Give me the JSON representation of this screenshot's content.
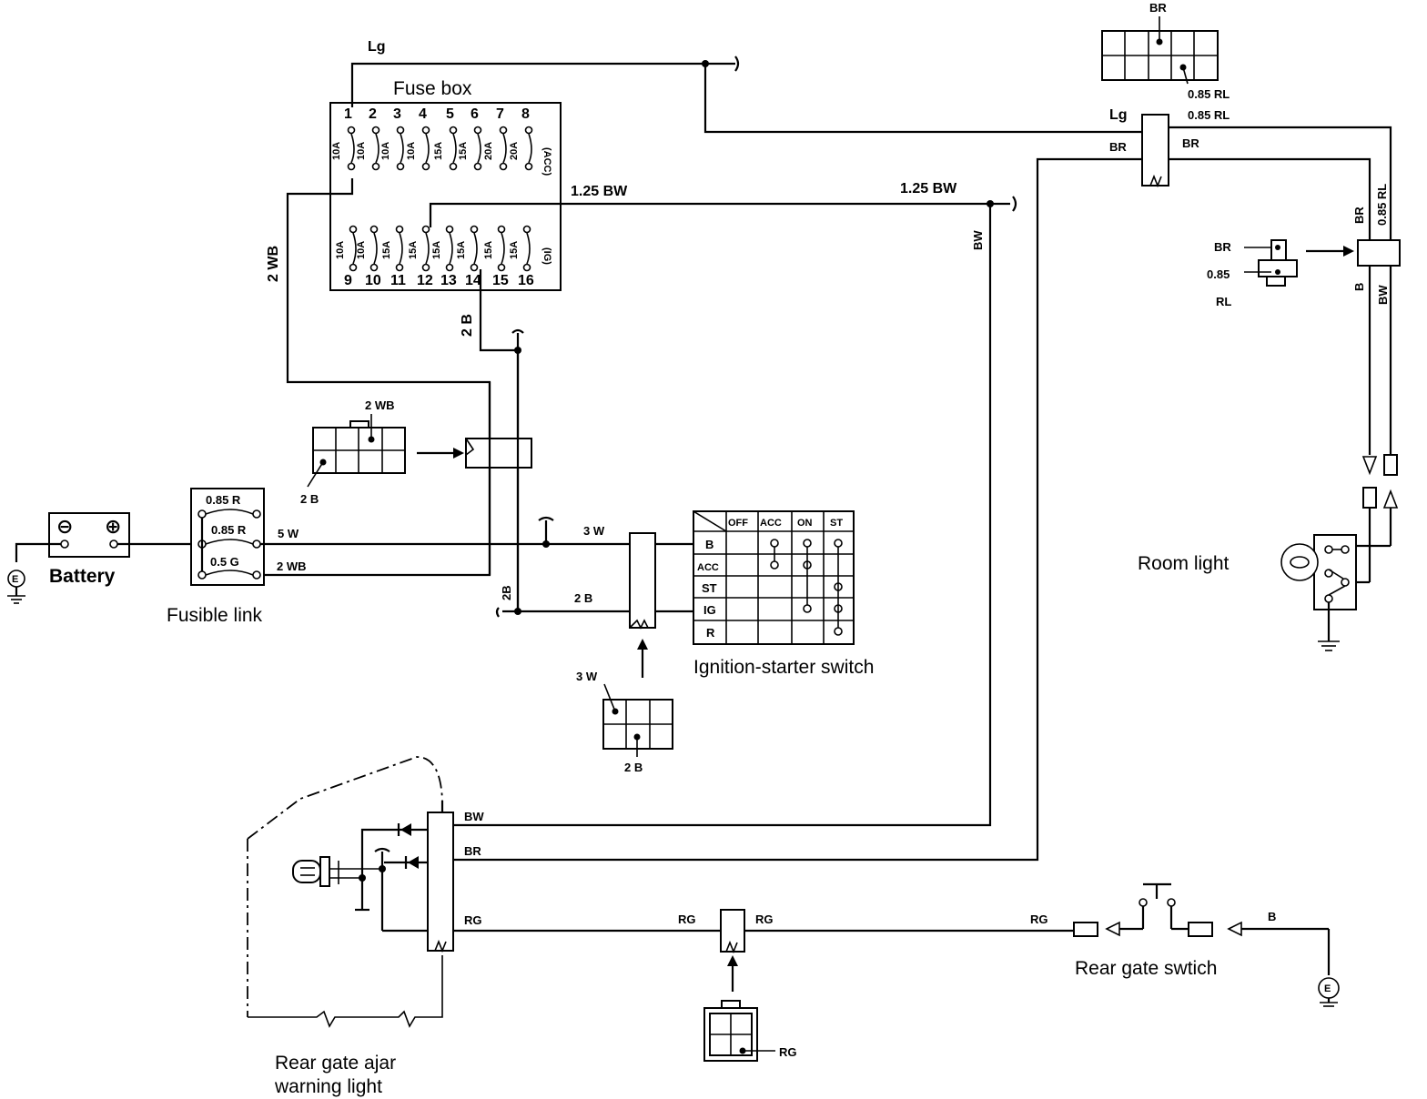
{
  "components": {
    "fuse_box": "Fuse box",
    "battery": "Battery",
    "fusible_link": "Fusible link",
    "ignition_switch": "Ignition-starter switch",
    "room_light": "Room light",
    "rear_gate_switch": "Rear gate swtich",
    "warning_light_line1": "Rear gate ajar",
    "warning_light_line2": "warning light"
  },
  "fuses": {
    "top_numbers": [
      "1",
      "2",
      "3",
      "4",
      "5",
      "6",
      "7",
      "8"
    ],
    "top_ratings": [
      "10A",
      "10A",
      "10A",
      "10A",
      "15A",
      "15A",
      "20A",
      "20A"
    ],
    "top_tag": "(ACC)",
    "bottom_numbers": [
      "9",
      "10",
      "11",
      "12",
      "13",
      "14",
      "15",
      "16"
    ],
    "bottom_ratings": [
      "10A",
      "10A",
      "15A",
      "15A",
      "15A",
      "15A",
      "15A",
      "15A"
    ],
    "bottom_tag": "(IG)"
  },
  "fusible_link_ratings": [
    "0.85 R",
    "0.85 R",
    "0.5 G"
  ],
  "ignition_table": {
    "headers": [
      "OFF",
      "ACC",
      "ON",
      "ST"
    ],
    "rows": [
      "B",
      "ACC",
      "ST",
      "IG",
      "R"
    ]
  },
  "wires": {
    "lg": "Lg",
    "lg_right": "Lg",
    "wb_vertical": "2 WB",
    "bw_fuse": "1.25 BW",
    "bw_right": "1.25 BW",
    "bw_vertical": "BW",
    "b_vertical": "2 B",
    "conn_wb": "2 WB",
    "conn_b": "2 B",
    "w5": "5 W",
    "wb_bottom": "2 WB",
    "w3": "3 W",
    "b_bottom": "2 B",
    "b_vert_2b": "2B",
    "ign_conn_w": "3 W",
    "ign_conn_b": "2 B",
    "br_top": "BR",
    "rl_top": "0.85 RL",
    "rl_right": "0.85 RL",
    "br_left": "BR",
    "br_right": "BR",
    "rl_vertical": "0.85 RL",
    "br_vertical": "BR",
    "room_br": "BR",
    "room_rl_a": "0.85",
    "room_rl_b": "RL",
    "b_room": "B",
    "bw_room": "BW",
    "bw_warn": "BW",
    "br_warn": "BR",
    "rg_warn": "RG",
    "rg_mid_l": "RG",
    "rg_mid_r": "RG",
    "rg_sw": "RG",
    "b_sw": "B",
    "rg_conn": "RG"
  },
  "ground_symbol": "E",
  "battery_neg": "⊖",
  "battery_pos": "⊕"
}
